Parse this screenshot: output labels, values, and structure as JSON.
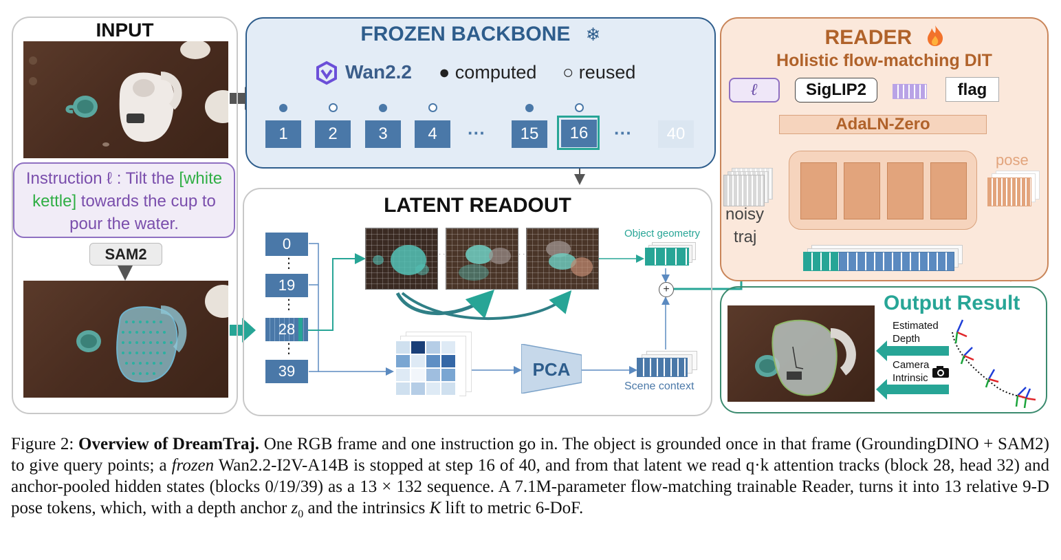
{
  "input": {
    "title": "INPUT",
    "instruction_prefix": "Instruction ℓ : Tilt the ",
    "instruction_object": "[white kettle]",
    "instruction_suffix": " towards the cup to pour the water.",
    "sam_label": "SAM2"
  },
  "backbone": {
    "title": "FROZEN BACKBONE",
    "model_name": "Wan2.2",
    "legend_computed": "● computed",
    "legend_reused": "○ reused",
    "steps": [
      "1",
      "2",
      "3",
      "4",
      "15",
      "16",
      "40"
    ],
    "ellipsis": "···",
    "colors": {
      "title": "#2e5d8c",
      "tile": "#4a78a8",
      "highlight": "#27a596"
    }
  },
  "readout": {
    "title": "LATENT READOUT",
    "blocks": [
      "0",
      "19",
      "28",
      "39"
    ],
    "vdots": "⋮",
    "object_geometry": "Object geometry",
    "pca_label": "PCA",
    "scene_context": "Scene context",
    "plus": "+"
  },
  "reader": {
    "title": "READER",
    "subtitle": "Holistic flow-matching DIT",
    "ell_label": "ℓ",
    "siglip_label": "SigLIP2",
    "flag_label": "flag",
    "adaln_label": "AdaLN-Zero",
    "noisy_line1": "noisy",
    "noisy_line2": "traj",
    "pose_label": "pose",
    "colors": {
      "title": "#b0622a",
      "fill": "#fbe8db",
      "block": "#e2a47c"
    }
  },
  "output": {
    "title": "Output Result",
    "estimated_line1": "Estimated",
    "estimated_line2": "Depth",
    "camera_line1": "Camera",
    "camera_line2": "Intrinsic",
    "colors": {
      "title": "#27a596"
    }
  },
  "icons": [
    "snowflake-icon",
    "fire-icon",
    "wan-logo-icon",
    "camera-icon"
  ],
  "caption": {
    "label": "Figure 2: ",
    "bold": "Overview of DreamTraj.",
    "part1": " One RGB frame and one instruction go in. The object is grounded once in that frame (GroundingDINO + SAM2) to give query points; a ",
    "frozen": "frozen",
    "part2": " Wan2.2-I2V-A14B is stopped at step 16 of 40, and from that latent we read q·k attention tracks (block 28, head 32) and anchor-pooled hidden states (blocks 0/19/39) as a 13 × 132 sequence. A 7.1M-parameter flow-matching trainable Reader, turns it into 13 relative 9-D pose tokens, which, with a depth anchor ",
    "z0": "z",
    "z0_sub": "0",
    "part3": " and the intrinsics ",
    "k": "K",
    "part4": " lift to metric 6-DoF."
  }
}
